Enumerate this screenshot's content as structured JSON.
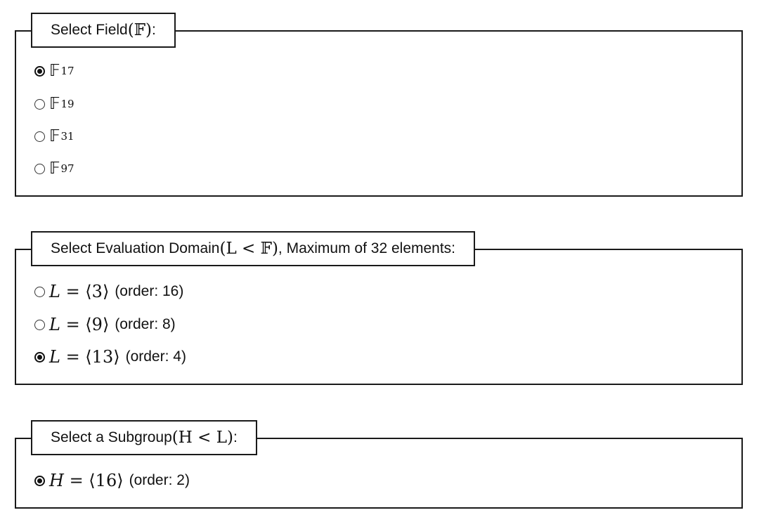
{
  "field_panel": {
    "legend_prefix": "Select Field ",
    "legend_symbol": "(𝔽)",
    "legend_suffix": ":",
    "options": [
      {
        "symbol": "𝔽",
        "sub": "17",
        "selected": true
      },
      {
        "symbol": "𝔽",
        "sub": "19",
        "selected": false
      },
      {
        "symbol": "𝔽",
        "sub": "31",
        "selected": false
      },
      {
        "symbol": "𝔽",
        "sub": "97",
        "selected": false
      }
    ]
  },
  "domain_panel": {
    "legend_prefix": "Select Evaluation Domain ",
    "legend_math": "(L < 𝔽)",
    "legend_suffix": ", Maximum of 32 elements:",
    "options": [
      {
        "var": "L",
        "expr": " = ⟨3⟩",
        "order": "(order: 16)",
        "selected": false
      },
      {
        "var": "L",
        "expr": " = ⟨9⟩",
        "order": "(order: 8)",
        "selected": false
      },
      {
        "var": "L",
        "expr": " = ⟨13⟩",
        "order": "(order: 4)",
        "selected": true
      }
    ]
  },
  "subgroup_panel": {
    "legend_prefix": "Select a Subgroup ",
    "legend_math": "(H < L)",
    "legend_suffix": ":",
    "options": [
      {
        "var": "H",
        "expr": " = ⟨16⟩",
        "order": "(order: 2)",
        "selected": true
      }
    ]
  }
}
